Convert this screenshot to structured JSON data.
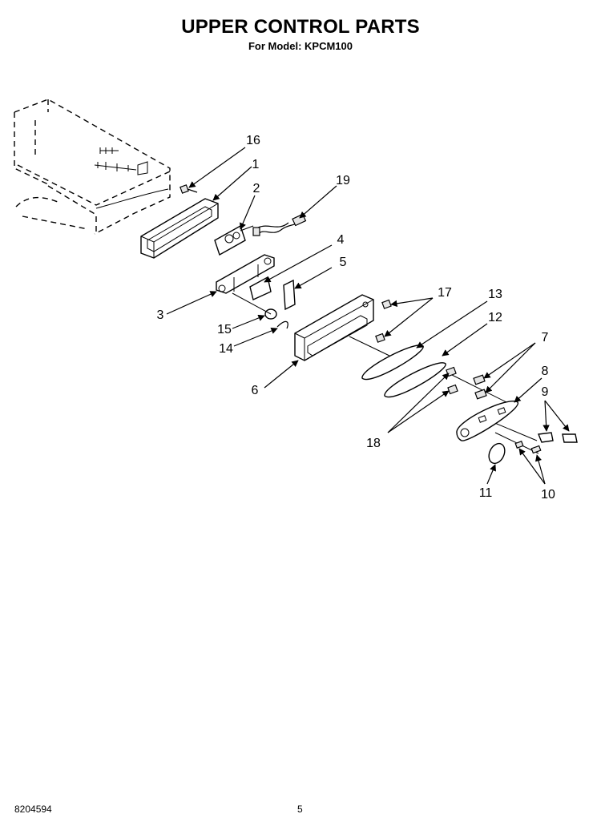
{
  "header": {
    "title": "UPPER CONTROL PARTS",
    "subtitle": "For Model: KPCM100"
  },
  "callouts": [
    "16",
    "1",
    "2",
    "19",
    "4",
    "5",
    "3",
    "15",
    "14",
    "17",
    "13",
    "12",
    "7",
    "6",
    "8",
    "9",
    "18",
    "11",
    "10"
  ],
  "footer": {
    "document_number": "8204594",
    "page_number": "5"
  }
}
